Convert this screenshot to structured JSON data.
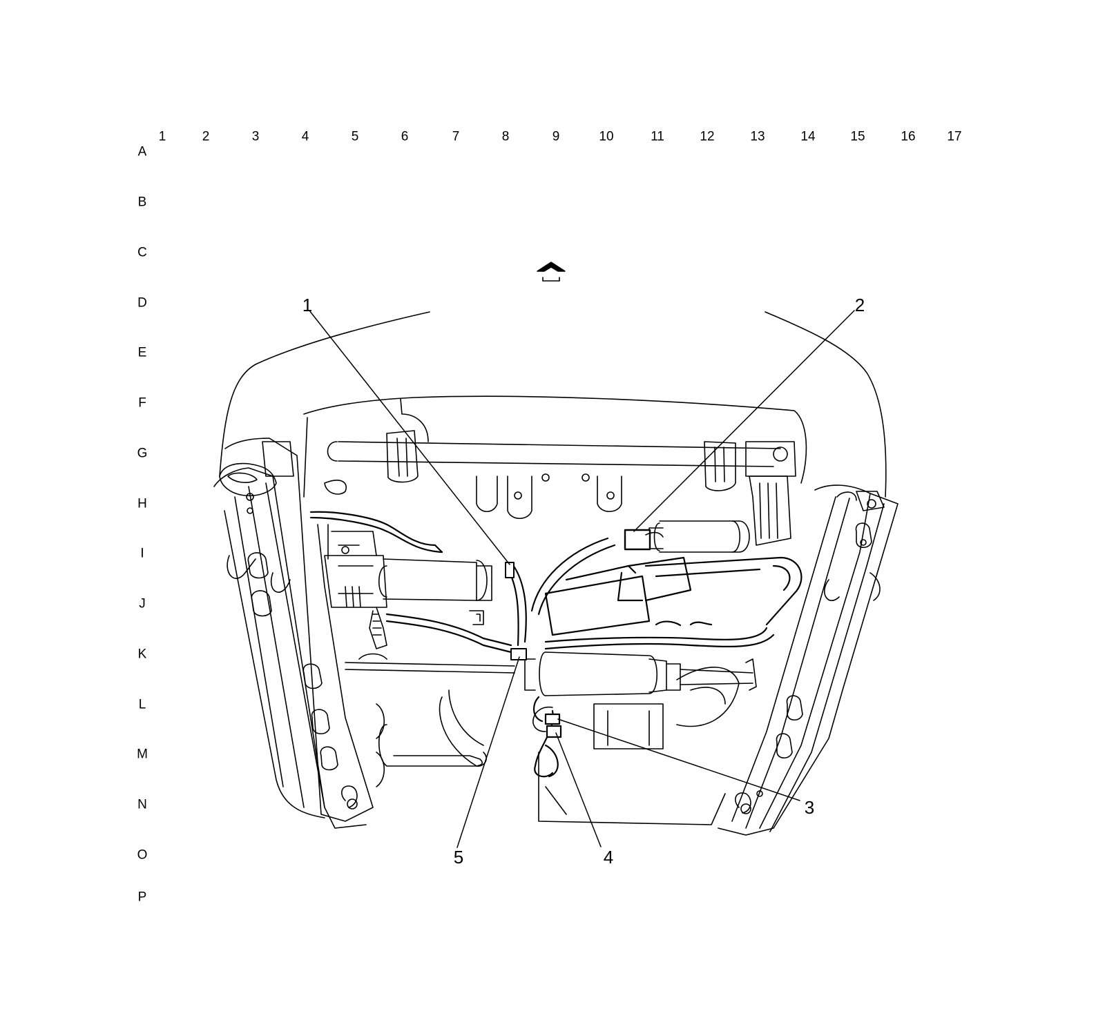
{
  "grid": {
    "columns": [
      "1",
      "2",
      "3",
      "4",
      "5",
      "6",
      "7",
      "8",
      "9",
      "10",
      "11",
      "12",
      "13",
      "14",
      "15",
      "16",
      "17"
    ],
    "rows": [
      "A",
      "B",
      "C",
      "D",
      "E",
      "F",
      "G",
      "H",
      "I",
      "J",
      "K",
      "L",
      "M",
      "N",
      "O",
      "P"
    ]
  },
  "callouts": [
    {
      "id": "1",
      "label": "1"
    },
    {
      "id": "2",
      "label": "2"
    },
    {
      "id": "3",
      "label": "3"
    },
    {
      "id": "4",
      "label": "4"
    },
    {
      "id": "5",
      "label": "5"
    }
  ],
  "figure": {
    "subject": "seat-frame-underside",
    "orientation_icon": "front-arrow-icon"
  },
  "colors": {
    "line": "#000000",
    "background": "#ffffff"
  }
}
